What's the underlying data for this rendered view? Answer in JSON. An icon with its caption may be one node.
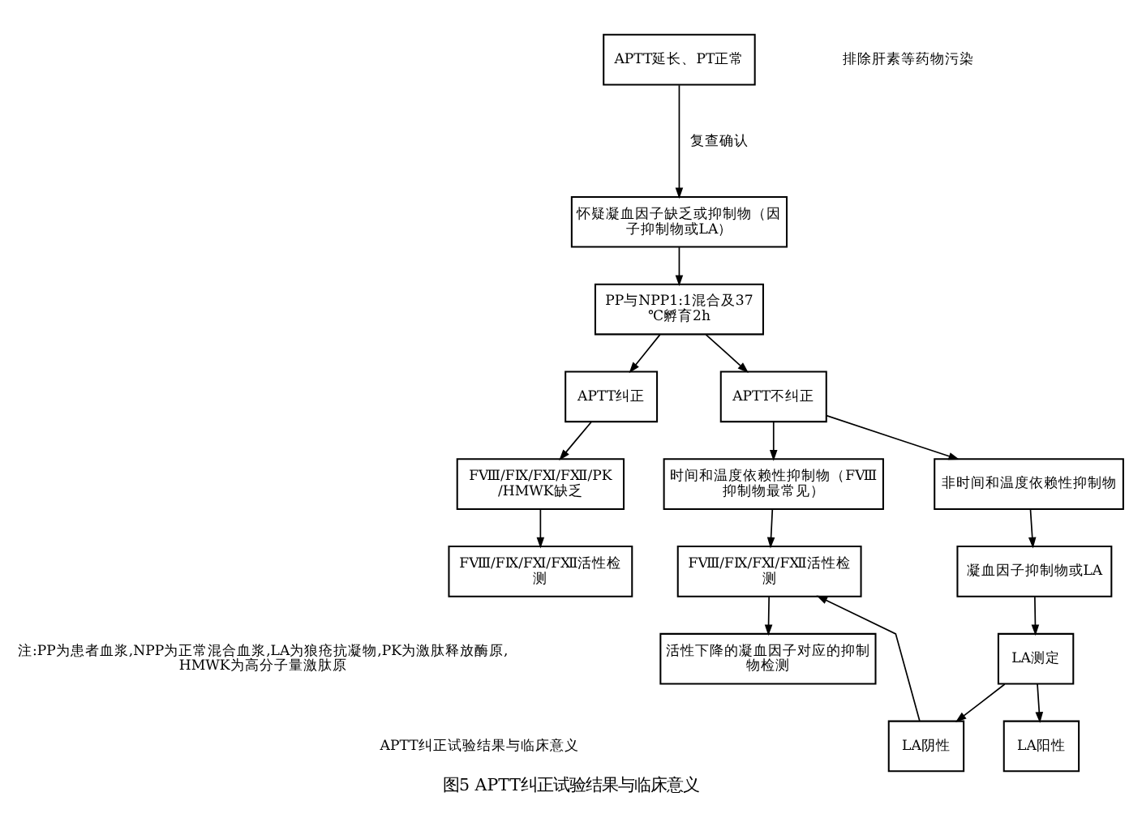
{
  "diagram": {
    "caption": "图5 APTT纠正试验结果与临床意义",
    "nodes": [
      {
        "text": [
          "APTT延长、PT正常"
        ]
      },
      {
        "text": [
          "怀疑凝血因子缺乏或抑制物（因子抑制物或LA）"
        ]
      },
      {
        "text": [
          "PP与NPP1:1混合及37℃孵育2h"
        ]
      },
      {
        "text": [
          "APTT纠正"
        ]
      },
      {
        "text": [
          "APTT不纠正"
        ]
      },
      {
        "text": [
          "FⅧ/FⅨ/FⅪ/FⅫ/PK/HMWK缺乏"
        ]
      },
      {
        "text": [
          "FⅧ/FⅨ/FⅪ/FⅫ活性检测"
        ]
      },
      {
        "text": [
          "时间和温度依赖性抑制物（FⅧ抑制物最常见）"
        ]
      },
      {
        "text": [
          "非时间和温度依赖性抑制物"
        ]
      },
      {
        "text": [
          "FⅧ/FⅨ/FⅪ/FⅫ活性检测"
        ]
      },
      {
        "text": [
          "凝血因子抑制物或LA"
        ]
      },
      {
        "text": [
          "活性下降的凝血因子对应的抑制物检测"
        ]
      },
      {
        "text": [
          "LA测定"
        ]
      },
      {
        "text": [
          "LA阴性"
        ]
      },
      {
        "text": [
          "LA阳性"
        ]
      }
    ],
    "edges": [
      {
        "from": 0,
        "to": 1,
        "arrow": "to",
        "label": "复查确认"
      },
      {
        "from": 1,
        "to": 2,
        "arrow": "to"
      },
      {
        "from": 2,
        "to": 3,
        "arrow": "to"
      },
      {
        "from": 2,
        "to": 4,
        "arrow": "to"
      },
      {
        "from": 3,
        "to": 5,
        "arrow": "to"
      },
      {
        "from": 5,
        "to": 6,
        "arrow": "to"
      },
      {
        "from": 4,
        "to": 7,
        "arrow": "to"
      },
      {
        "from": 4,
        "to": 8,
        "arrow": "to"
      },
      {
        "from": 7,
        "to": 9,
        "arrow": "to"
      },
      {
        "from": 9,
        "to": 11,
        "arrow": "to"
      },
      {
        "from": 8,
        "to": 10,
        "arrow": "to"
      },
      {
        "from": 10,
        "to": 12,
        "arrow": "to"
      },
      {
        "from": 12,
        "to": 13,
        "arrow": "to"
      },
      {
        "from": 12,
        "to": 14,
        "arrow": "to"
      },
      {
        "from": 13,
        "to": 9,
        "arrow": "to"
      }
    ],
    "labels": [
      "排除肝素等药物污染",
      "注:PP为患者血浆,NPP为正常混合血浆,LA为狼疮抗凝物,PK为激肽释放酶原,HMWK为高分子量激肽原",
      "APTT纠正试验结果与临床意义"
    ]
  }
}
